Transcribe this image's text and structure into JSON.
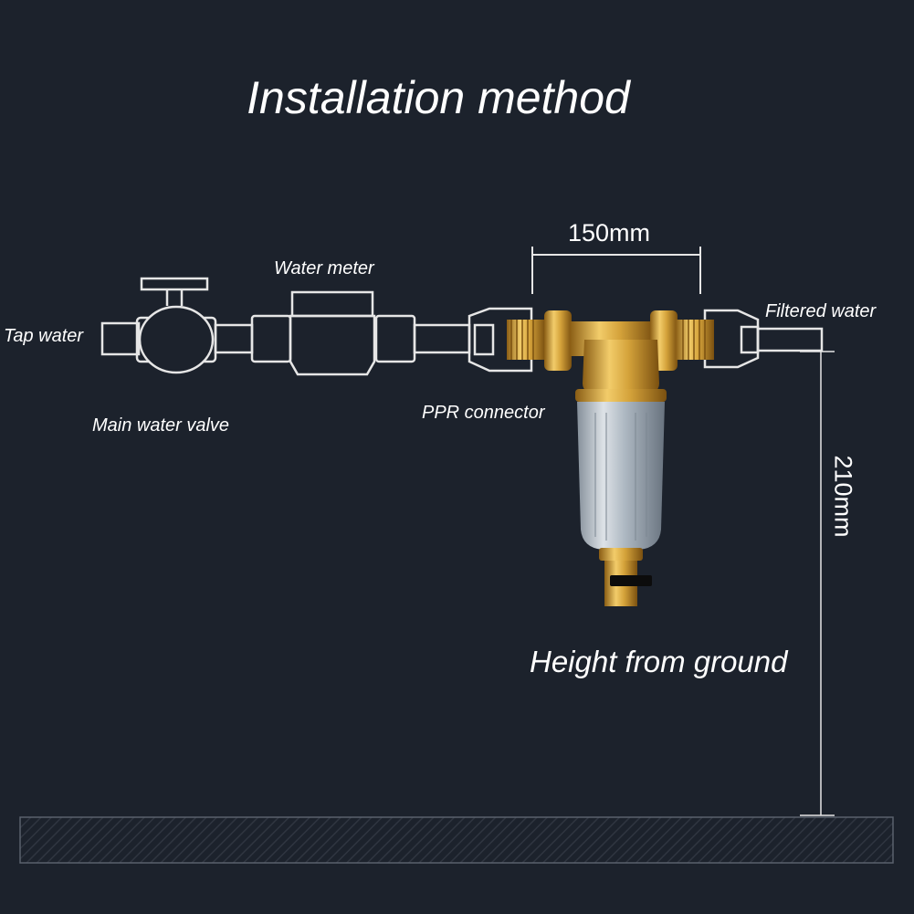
{
  "title": "Installation method",
  "labels": {
    "tap_water": "Tap water",
    "water_meter": "Water meter",
    "main_valve": "Main water valve",
    "ppr_connector": "PPR connector",
    "filtered_water": "Filtered water",
    "height_from_ground": "Height from ground"
  },
  "dimensions": {
    "width": "150mm",
    "height": "210mm"
  },
  "colors": {
    "background": "#1c222c",
    "outline": "#e6e6e6",
    "brass": "#d4a23a",
    "clear_housing": "#c9d3dc",
    "ground": "#3a414d"
  },
  "icons": [
    "valve-icon",
    "water-meter-icon",
    "filter-icon"
  ]
}
